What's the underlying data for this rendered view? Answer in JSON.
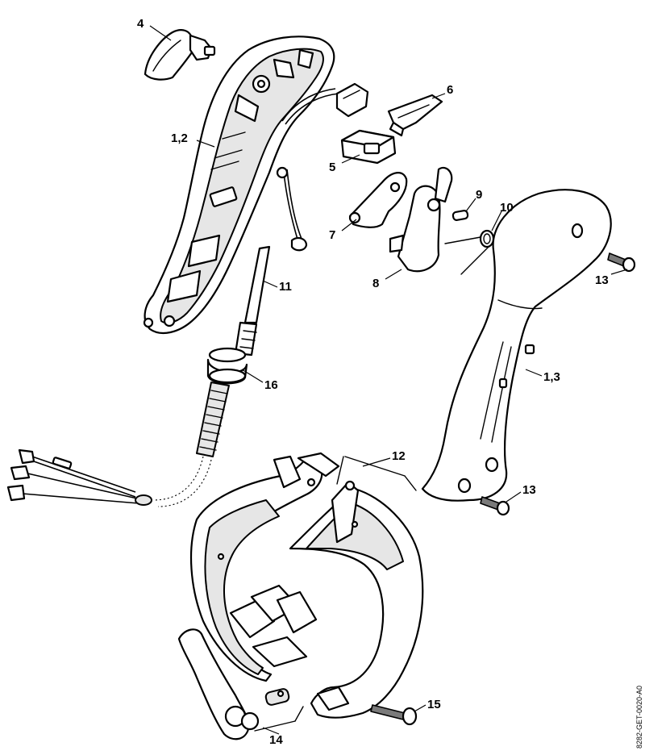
{
  "callouts": [
    {
      "id": "c4",
      "label": "4"
    },
    {
      "id": "c12a",
      "label": "1,2"
    },
    {
      "id": "c6",
      "label": "6"
    },
    {
      "id": "c5",
      "label": "5"
    },
    {
      "id": "c9",
      "label": "9"
    },
    {
      "id": "c10",
      "label": "10"
    },
    {
      "id": "c7",
      "label": "7"
    },
    {
      "id": "c8",
      "label": "8"
    },
    {
      "id": "c11",
      "label": "11"
    },
    {
      "id": "c13a",
      "label": "13"
    },
    {
      "id": "c13b",
      "label": "1,3"
    },
    {
      "id": "c16",
      "label": "16"
    },
    {
      "id": "c12",
      "label": "12"
    },
    {
      "id": "c13c",
      "label": "13"
    },
    {
      "id": "c15",
      "label": "15"
    },
    {
      "id": "c14",
      "label": "14"
    }
  ],
  "document_code": "8282-GET-0020-A0"
}
